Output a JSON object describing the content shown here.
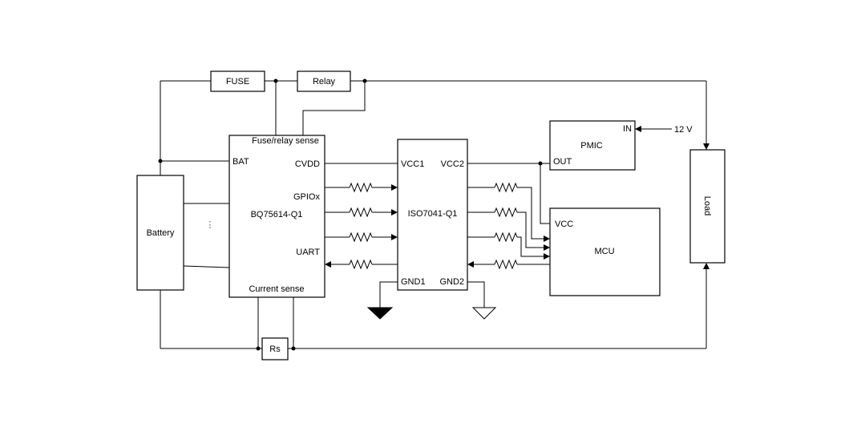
{
  "components": {
    "fuse": "FUSE",
    "relay": "Relay",
    "battery": "Battery",
    "bq": {
      "name": "BQ75614-Q1",
      "fuse_relay_sense": "Fuse/relay sense",
      "bat": "BAT",
      "cvdd": "CVDD",
      "gpio": "GPIOx",
      "uart": "UART",
      "current_sense": "Current sense"
    },
    "iso": {
      "name": "ISO7041-Q1",
      "vcc1": "VCC1",
      "vcc2": "VCC2",
      "gnd1": "GND1",
      "gnd2": "GND2"
    },
    "pmic": {
      "name": "PMIC",
      "in": "IN",
      "out": "OUT"
    },
    "mcu": {
      "name": "MCU",
      "vcc": "VCC"
    },
    "load": "Load",
    "rs": "Rs",
    "supply": "12 V",
    "cell_ellipsis": "⋮"
  }
}
